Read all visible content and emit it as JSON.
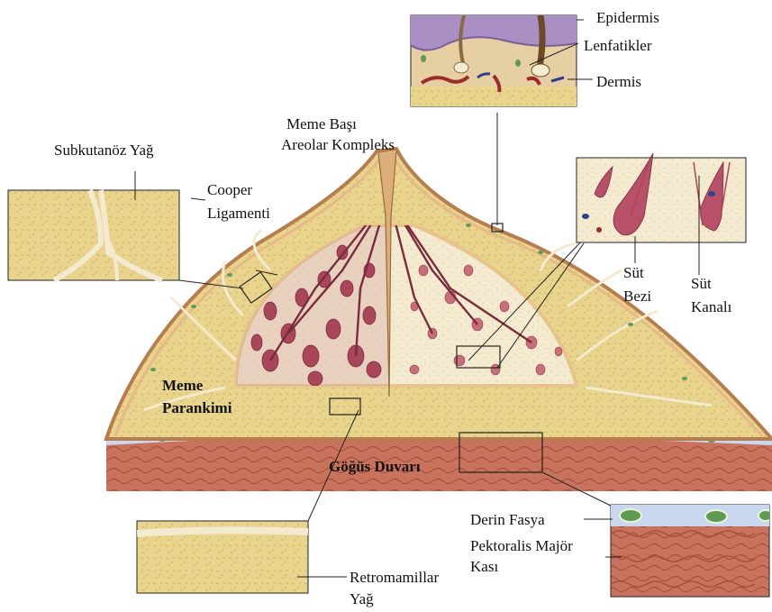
{
  "labels": {
    "epidermis": "Epidermis",
    "lymphatics": "Lenfatikler",
    "dermis": "Dermis",
    "nipple_line1": "Meme Başı",
    "nipple_line2": "Areolar Kompleks",
    "subcutaneous_fat": "Subkutanöz Yağ",
    "cooper_line1": "Cooper",
    "cooper_line2": "Ligamenti",
    "gland_line1": "Süt",
    "gland_line2": "Bezi",
    "duct_line1": "Süt",
    "duct_line2": "Kanalı",
    "parenchyma_line1": "Meme",
    "parenchyma_line2": "Parankimi",
    "chest_wall": "Göğüs Duvarı",
    "deep_fascia": "Derin Fasya",
    "pectoralis_line1": "Pektoralis Majör",
    "pectoralis_line2": "Kası",
    "retromammary_line1": "Retromamillar",
    "retromammary_line2": "Yağ"
  },
  "colors": {
    "fat": "#e8d48c",
    "fat_dark": "#cdb45e",
    "skin": "#e7b889",
    "skin_dark": "#b77d4f",
    "gland": "#a9465a",
    "gland_light": "#c96d7a",
    "stroma": "#f4ecd0",
    "muscle": "#c9735e",
    "fascia": "#c9d8ef",
    "dermis_purple": "#a98fc3"
  }
}
